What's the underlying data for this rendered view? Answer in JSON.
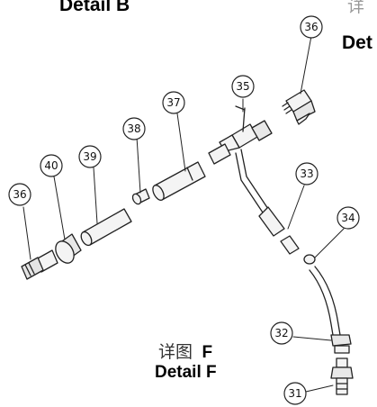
{
  "detail_b": {
    "title": "Detail B",
    "detail_cn": "详",
    "right_label": "Det"
  },
  "detail_f": {
    "cn": "详图",
    "letter": "F",
    "title": "Detail F"
  },
  "callouts": {
    "c36_top": "36",
    "c35": "35",
    "c37": "37",
    "c38": "38",
    "c39": "39",
    "c40": "40",
    "c36_left": "36",
    "c33": "33",
    "c34": "34",
    "c32": "32",
    "c31": "31"
  }
}
